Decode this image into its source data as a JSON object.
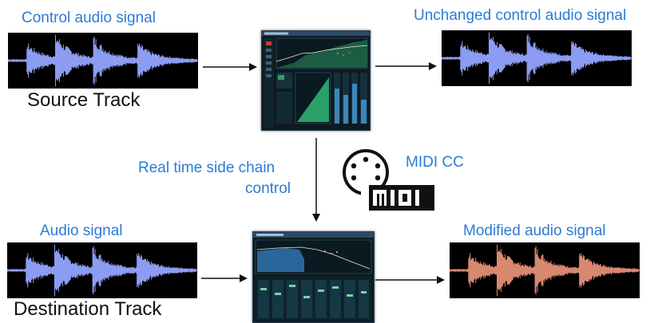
{
  "labels": {
    "control_audio_signal": "Control audio signal",
    "unchanged_control_audio_signal": "Unchanged control audio signal",
    "source_track": "Source Track",
    "side_chain_line1": "Real time side chain",
    "side_chain_line2": "control",
    "midi_cc": "MIDI CC",
    "audio_signal": "Audio signal",
    "modified_audio_signal": "Modified audio signal",
    "destination_track": "Destination Track"
  },
  "colors": {
    "label_blue": "#2b7bd6",
    "waveform_blue": "#8c9cf2",
    "waveform_modified": "#d98870",
    "waveform_background": "#000000",
    "plugin_background": "#0d1a22"
  },
  "icons": {
    "midi": "midi-logo-icon"
  }
}
